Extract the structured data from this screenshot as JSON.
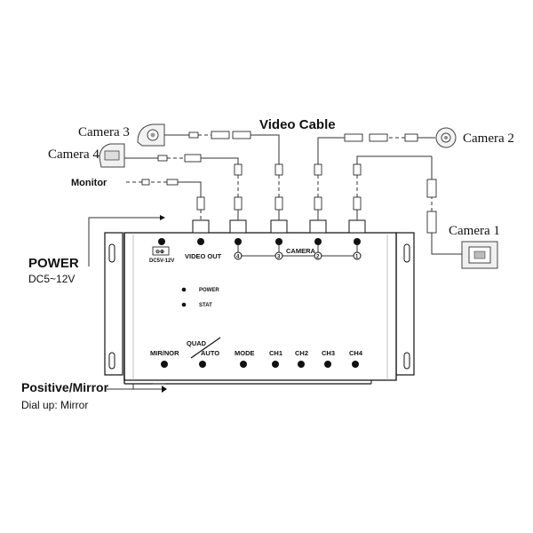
{
  "title": "Video Cable",
  "cameras": {
    "camera1": "Camera 1",
    "camera2": "Camera 2",
    "camera3": "Camera 3",
    "camera4": "Camera 4"
  },
  "monitor_label": "Monitor",
  "power": {
    "title": "POWER",
    "voltage": "DC5~12V"
  },
  "mirror": {
    "title": "Positive/Mirror",
    "note": "Dial up: Mirror"
  },
  "box_labels": {
    "dc_jack": "DC5V-12V",
    "video_out": "VIDEO OUT",
    "camera": "CAMERA",
    "cam_ports": [
      "4",
      "3",
      "2",
      "1"
    ],
    "led_power": "POWER",
    "led_stat": "STAT",
    "quad": "QUAD",
    "auto": "AUTO",
    "mir_nor": "MIR/NOR",
    "mode": "MODE",
    "ch1": "CH1",
    "ch2": "CH2",
    "ch3": "CH3",
    "ch4": "CH4"
  },
  "colors": {
    "line": "#333333",
    "ink": "#111111",
    "background": "#ffffff"
  },
  "icons": [
    "camera-icon",
    "plug-connector-icon",
    "dc-jack-icon",
    "led-indicator-icon"
  ]
}
